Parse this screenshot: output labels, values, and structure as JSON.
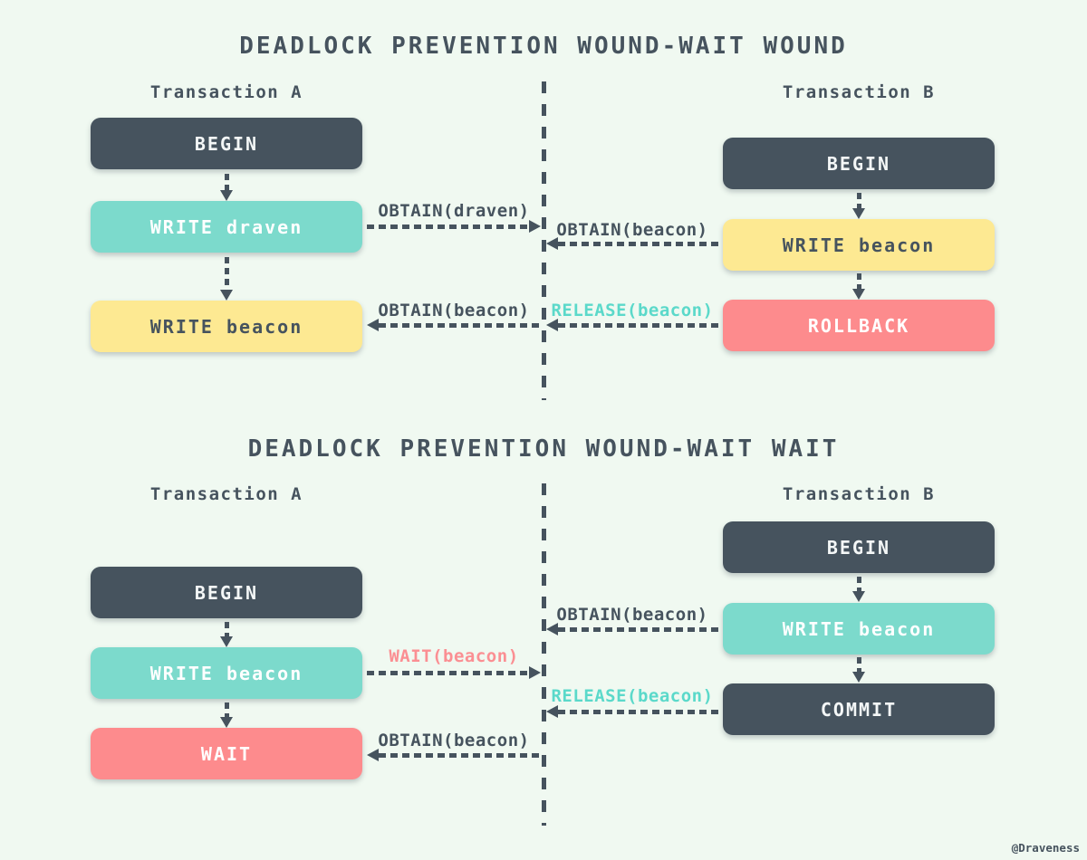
{
  "colors": {
    "bg": "#f0f9f1",
    "dark": "#46535e",
    "teal": "#7cdacc",
    "yellow": "#fde992",
    "salmon": "#fd8b8d",
    "tealLabel": "#5bd9ca",
    "salmonLabel": "#fb8f93"
  },
  "watermark": "@Draveness",
  "diagrams": [
    {
      "title": "DEADLOCK PREVENTION WOUND-WAIT WOUND",
      "left_header": "Transaction A",
      "right_header": "Transaction B",
      "left_nodes": [
        {
          "label": "BEGIN",
          "variant": "dark"
        },
        {
          "label": "WRITE draven",
          "variant": "teal"
        },
        {
          "label": "WRITE beacon",
          "variant": "yellow"
        }
      ],
      "right_nodes": [
        {
          "label": "BEGIN",
          "variant": "dark"
        },
        {
          "label": "WRITE beacon",
          "variant": "yellow"
        },
        {
          "label": "ROLLBACK",
          "variant": "salmon"
        }
      ],
      "messages": [
        {
          "label": "OBTAIN(draven)",
          "side": "left",
          "direction": "right",
          "color": "dark"
        },
        {
          "label": "OBTAIN(beacon)",
          "side": "right",
          "direction": "left",
          "color": "dark"
        },
        {
          "label": "OBTAIN(beacon)",
          "side": "left",
          "direction": "left",
          "color": "dark"
        },
        {
          "label": "RELEASE(beacon)",
          "side": "right",
          "direction": "left",
          "color": "teal"
        }
      ]
    },
    {
      "title": "DEADLOCK PREVENTION WOUND-WAIT WAIT",
      "left_header": "Transaction A",
      "right_header": "Transaction B",
      "left_nodes": [
        {
          "label": "BEGIN",
          "variant": "dark"
        },
        {
          "label": "WRITE beacon",
          "variant": "teal"
        },
        {
          "label": "WAIT",
          "variant": "salmon"
        }
      ],
      "right_nodes": [
        {
          "label": "BEGIN",
          "variant": "dark"
        },
        {
          "label": "WRITE beacon",
          "variant": "teal"
        },
        {
          "label": "COMMIT",
          "variant": "dark"
        }
      ],
      "messages": [
        {
          "label": "OBTAIN(beacon)",
          "side": "right",
          "direction": "left",
          "color": "dark"
        },
        {
          "label": "WAIT(beacon)",
          "side": "left",
          "direction": "right",
          "color": "salmon"
        },
        {
          "label": "RELEASE(beacon)",
          "side": "right",
          "direction": "left",
          "color": "teal"
        },
        {
          "label": "OBTAIN(beacon)",
          "side": "left",
          "direction": "left",
          "color": "dark"
        }
      ]
    }
  ]
}
